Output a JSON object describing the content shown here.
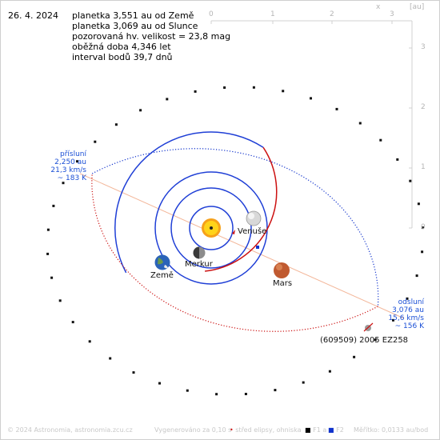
{
  "header": {
    "date": "26. 4. 2024",
    "lines": [
      "planetka 3,551 au od Země",
      "planetka 3,069 au od Slunce",
      "pozorovaná hv. velikost = 23,8 mag",
      "oběžná doba 4,346 let",
      "interval bodů 39,7 dnů"
    ]
  },
  "axes": {
    "x_ticks": [
      "0",
      "1",
      "2",
      "3"
    ],
    "y_ticks": [
      "3",
      "2",
      "1",
      "0"
    ],
    "x_name": "x",
    "y_name": "[au]"
  },
  "perihelion": {
    "title": "přísluní",
    "dist": "2,250 au",
    "speed": "21,3 km/s",
    "temp": "~ 183 K"
  },
  "aphelion": {
    "title": "odsluní",
    "dist": "3,076 au",
    "speed": "15,6 km/s",
    "temp": "~ 156 K"
  },
  "bodies": {
    "venus": "Venuše",
    "mercury": "Merkur",
    "earth": "Země",
    "mars": "Mars",
    "asteroid": "(609509) 2005 EZ258"
  },
  "footer": {
    "copyright": "© 2024 Astronomia, astronomia.zcu.cz",
    "generated": "Vygenerováno za 0,10 s",
    "legend_center": "střed elipsy, ohniska",
    "f1": "F1",
    "a": "a",
    "f2": "F2",
    "scale_label": "Měřítko",
    "scale_value": ": 0,0133 au/bod"
  },
  "colors": {
    "orbit_inner": "#1f3fd6",
    "asteroid_near": "#cc1111",
    "asteroid_far": "#1133cc",
    "apsis_line": "#f3b79a",
    "note_text": "#1a4fd6"
  }
}
